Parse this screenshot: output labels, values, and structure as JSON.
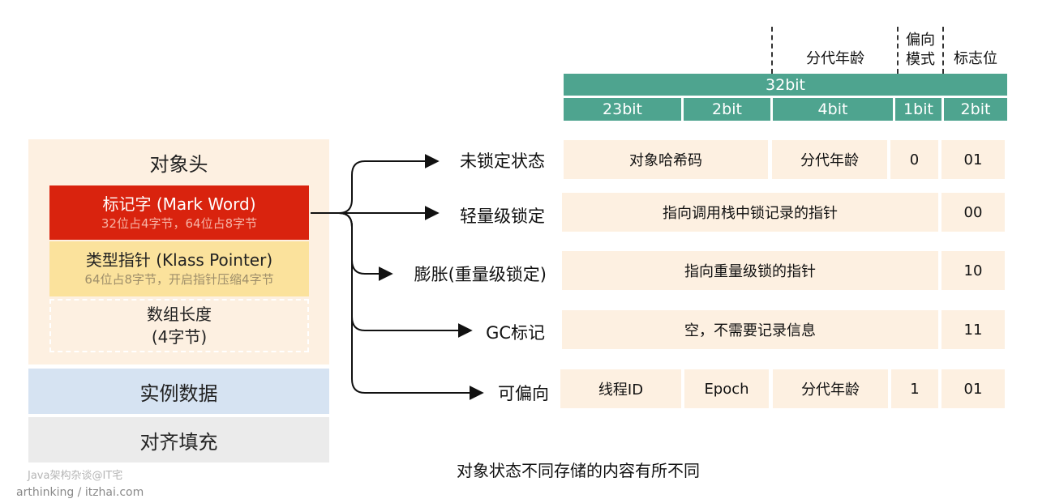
{
  "object_layout": {
    "header_title": "对象头",
    "mark_word": {
      "label": "标记字 (Mark Word)",
      "sub": "32位占4字节，64位占8字节"
    },
    "klass_pointer": {
      "label": "类型指针 (Klass Pointer)",
      "sub": "64位占8字节，开启指针压缩4字节"
    },
    "array_length": {
      "line1": "数组长度",
      "line2": "(4字节)"
    },
    "instance_data": "实例数据",
    "padding": "对齐填充"
  },
  "bit_header": {
    "top_labels": {
      "age": "分代年龄",
      "biased_line1": "偏向",
      "biased_line2": "模式",
      "flag": "标志位"
    },
    "total": "32bit",
    "segments": [
      "23bit",
      "2bit",
      "4bit",
      "1bit",
      "2bit"
    ]
  },
  "states": [
    {
      "label": "未锁定状态",
      "cells": [
        "对象哈希码",
        "分代年龄",
        "0",
        "01"
      ]
    },
    {
      "label": "轻量级锁定",
      "cells": [
        "指向调用栈中锁记录的指针",
        "00"
      ]
    },
    {
      "label": "膨胀(重量级锁定)",
      "cells": [
        "指向重量级锁的指针",
        "10"
      ]
    },
    {
      "label": "GC标记",
      "cells": [
        "空，不需要记录信息",
        "11"
      ]
    },
    {
      "label": "可偏向",
      "cells": [
        "线程ID",
        "Epoch",
        "分代年龄",
        "1",
        "01"
      ]
    }
  ],
  "caption": "对象状态不同存储的内容有所不同",
  "watermark": {
    "line1": "Java架构杂谈@IT宅",
    "line2": "arthinking / itzhai.com"
  },
  "colors": {
    "mark_word": "#d9230e",
    "klass_pointer": "#fbe29c",
    "object_bg": "#fdf0e1",
    "instance_data": "#d6e3f2",
    "padding": "#ebebeb",
    "bit_header": "#4ea48f",
    "cell_bg": "#fdf0e1"
  }
}
